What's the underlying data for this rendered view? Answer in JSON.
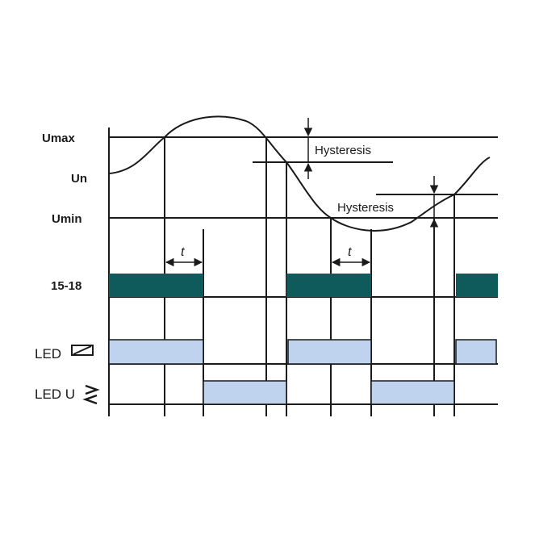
{
  "levels": {
    "umax": "Umax",
    "un": "Un",
    "umin": "Umin"
  },
  "annotations": {
    "hysteresis_upper": "Hysteresis",
    "hysteresis_lower": "Hysteresis",
    "delay_1": "t",
    "delay_2": "t"
  },
  "signals": {
    "relay": "15-18",
    "led_relay": "LED",
    "led_voltage": "LED U"
  },
  "colors": {
    "relay_fill": "#0f5a5a",
    "led_fill": "#bfd3ee",
    "line": "#1a1a1a"
  },
  "icons": {
    "led_relay_icon": "relay-coil-icon",
    "led_voltage_icon": "greater-less-icon"
  }
}
